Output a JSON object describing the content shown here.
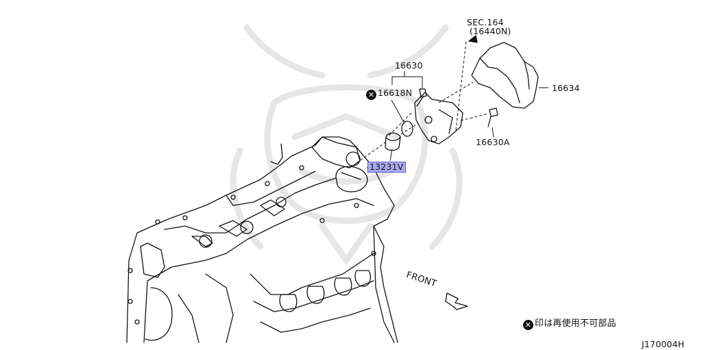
{
  "labels": {
    "sec_ref": "SEC.164",
    "sec_ref_sub": "(16440N)",
    "p16630": "16630",
    "p16618n": "16618N",
    "p16634": "16634",
    "p16630a": "16630A",
    "p13231v": "13231V",
    "front": "FRONT",
    "legend_text": "印は再使用不可部品",
    "diagram_code": "J170004H"
  },
  "colors": {
    "highlight": "#a9a9f2",
    "highlight_border": "#5b5bd1",
    "line": "#111111",
    "watermark": "#e9e9e9"
  },
  "icons": {
    "non_reusable": "x-circle-icon"
  }
}
